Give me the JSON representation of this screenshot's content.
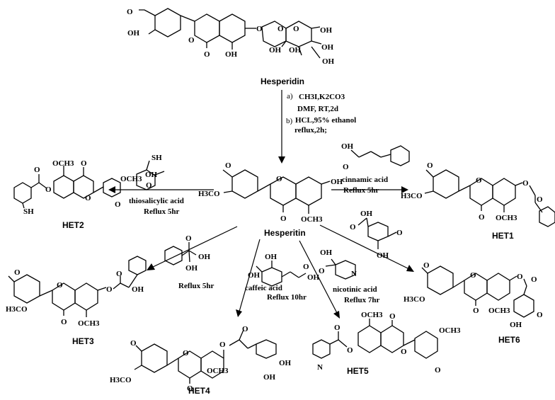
{
  "compounds": {
    "hesperidin": "Hesperidin",
    "hesperitin": "Hesperitin",
    "het1": "HET1",
    "het2": "HET2",
    "het3": "HET3",
    "het4": "HET4",
    "het5": "HET5",
    "het6": "HET6"
  },
  "conditions": {
    "step_a_label": "a)",
    "step_a_reagents": "CH3I,K2CO3",
    "step_a_solvent": "DMF, RT,2d",
    "step_b_label": "b)",
    "step_b_reagents": "HCL,95% ethanol",
    "step_b_time": "reflux,2h;",
    "het1_reagent": "cinnamic acid",
    "het1_time": "Reflux 5hr",
    "het2_reagent": "thiosalicylic acid",
    "het2_time": "Reflux 5hr",
    "het3_time": "Reflux 5hr",
    "het4_reagent": "caffeic acid",
    "het4_time": "Reflux 10hr",
    "het5_reagent": "nicotinic acid",
    "het5_time": "Reflux 7hr"
  },
  "atoms": {
    "OH": "OH",
    "O": "O",
    "OCH3": "OCH3",
    "H3CO": "H3CO",
    "SH": "SH",
    "N": "N"
  }
}
